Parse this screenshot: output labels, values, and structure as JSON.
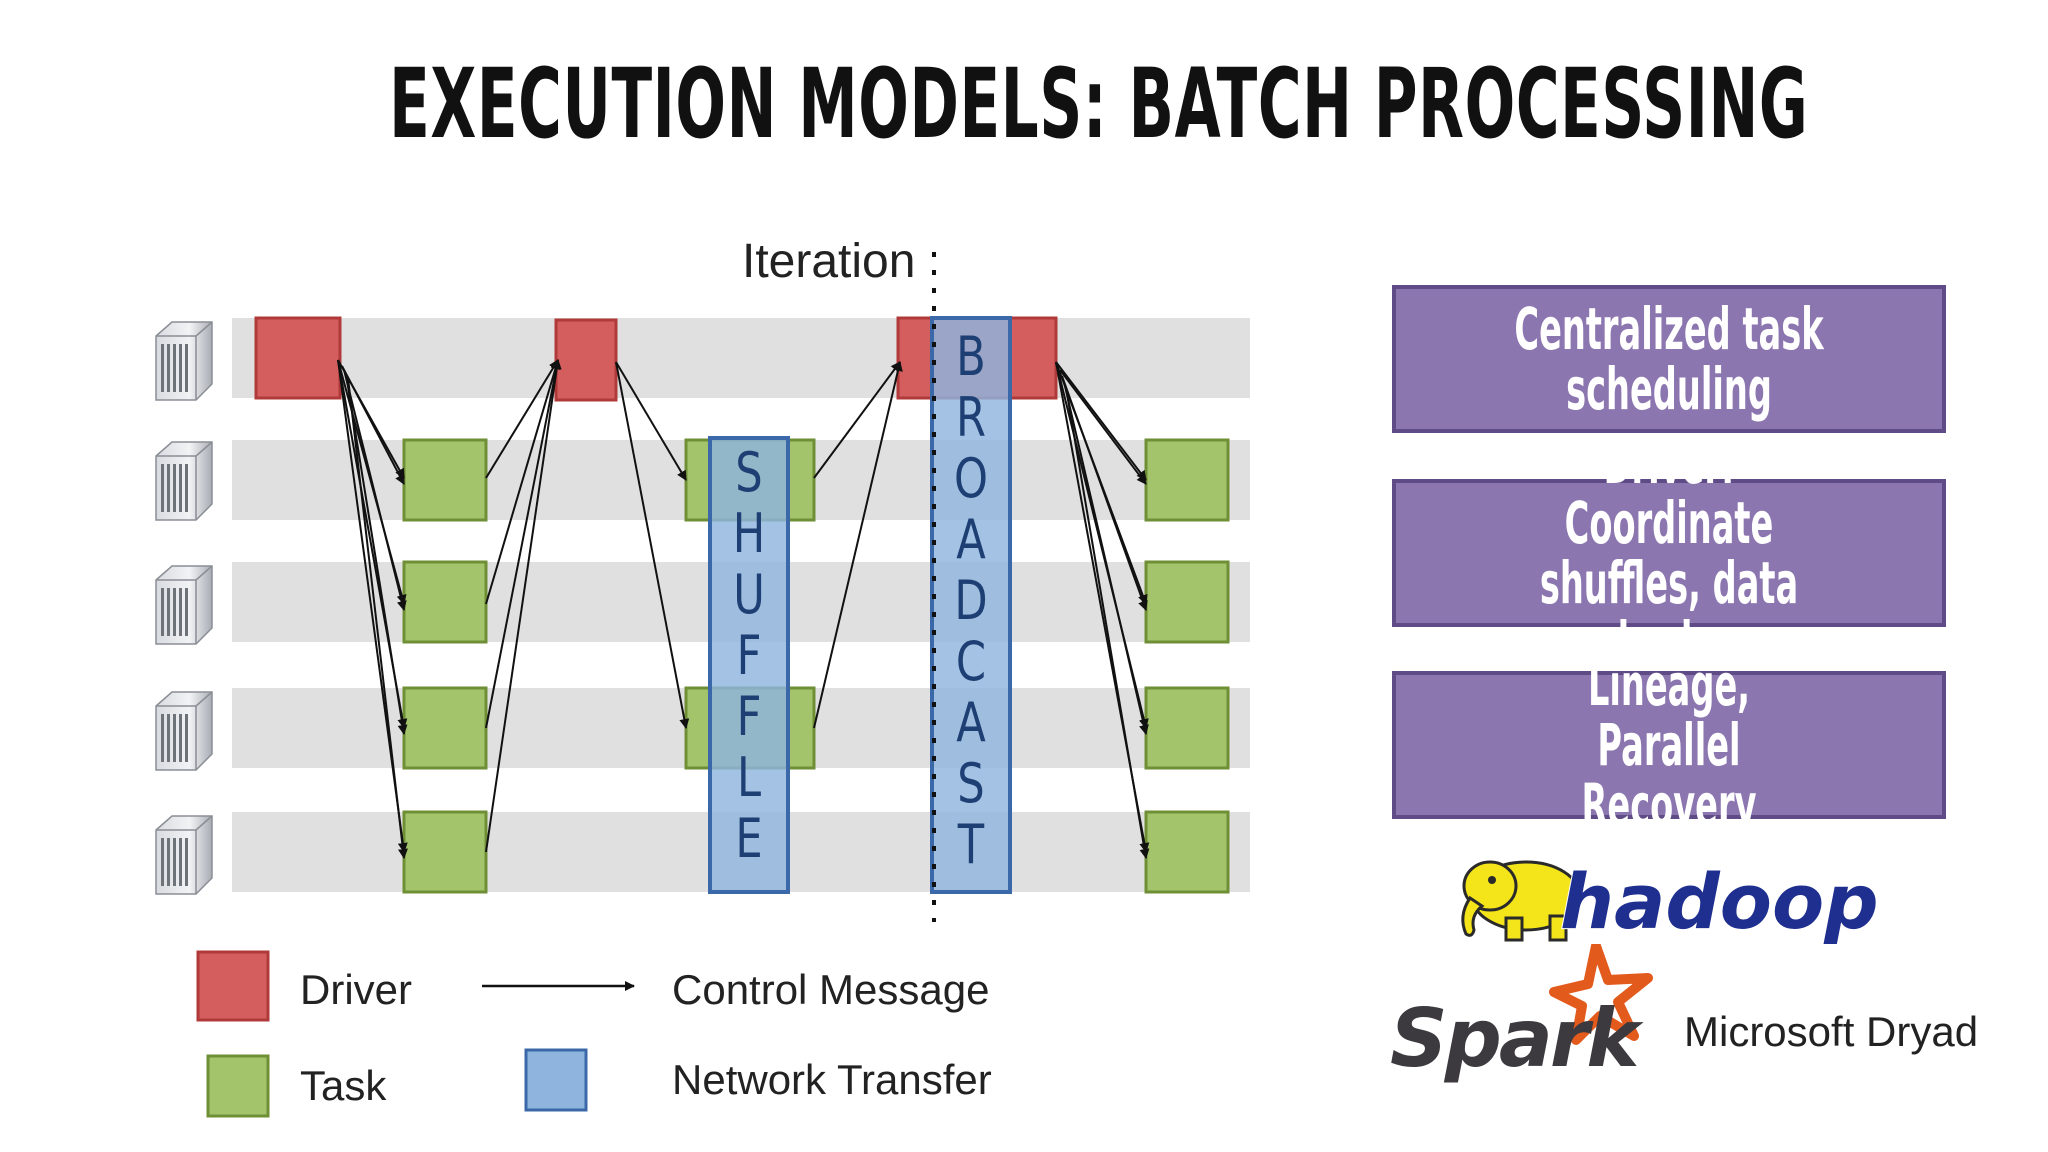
{
  "title": "EXECUTION MODELS: BATCH PROCESSING",
  "iteration_label": "Iteration",
  "shuffle_letters": [
    "S",
    "H",
    "U",
    "F",
    "F",
    "L",
    "E"
  ],
  "broadcast_letters": [
    "B",
    "R",
    "O",
    "A",
    "D",
    "C",
    "A",
    "S",
    "T"
  ],
  "features": [
    {
      "text": "Centralized task scheduling"
    },
    {
      "text": "Driver: Coordinate shuffles, data sharing"
    },
    {
      "text": "Lineage, Parallel Recovery"
    }
  ],
  "legend": {
    "driver": "Driver",
    "task": "Task",
    "control_message": "Control Message",
    "network_transfer": "Network Transfer"
  },
  "logos": {
    "hadoop": "hadoop",
    "spark": "Spark",
    "dryad": "Microsoft Dryad"
  },
  "colors": {
    "driver": "#d45d5d",
    "task": "#a3c46a",
    "network": "#8fb4de",
    "feature_box": "#8c76b0",
    "lane": "#e0e0e0"
  }
}
